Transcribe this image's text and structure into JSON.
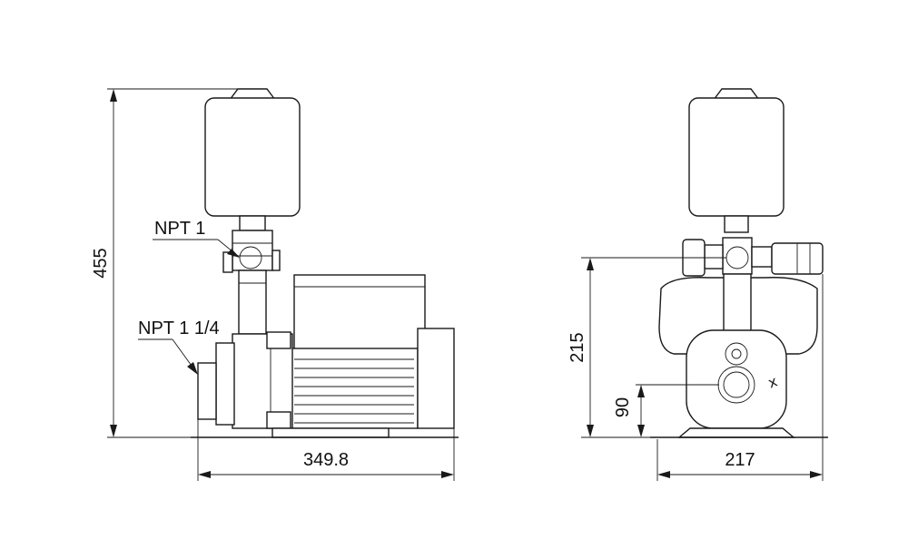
{
  "side_view": {
    "height_label": "455",
    "width_label": "349.8",
    "outlet_label": "NPT 1",
    "inlet_label": "NPT 1 1/4"
  },
  "front_view": {
    "height_label": "215",
    "inlet_height_label": "90",
    "width_label": "217"
  }
}
